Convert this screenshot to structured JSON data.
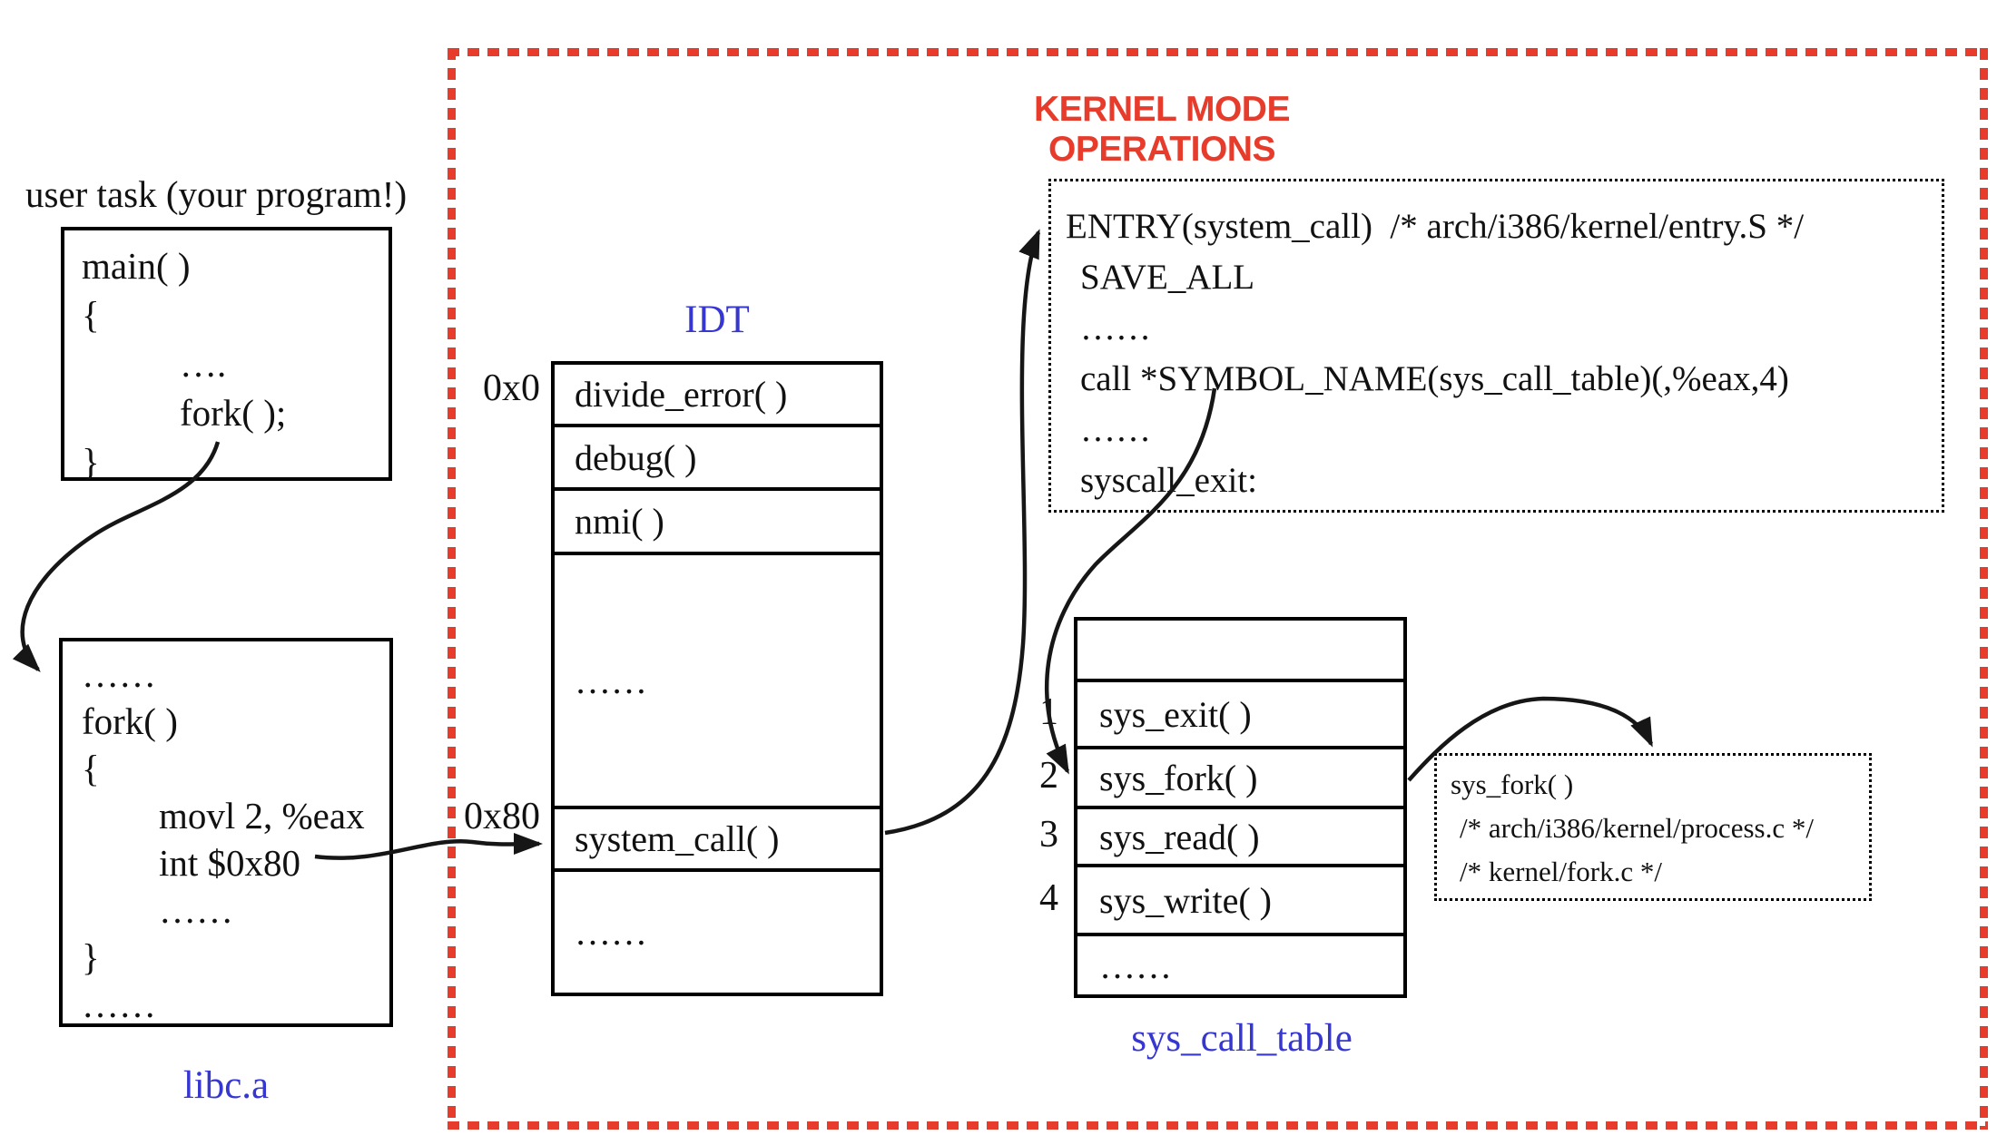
{
  "diagram": {
    "colors": {
      "accent_red": "#e73b2b",
      "label_blue": "#3636d0"
    },
    "user_task_label": "user task (your program!)",
    "kernel_title": "KERNEL MODE OPERATIONS",
    "main_box": {
      "lines": [
        "main( )",
        "{",
        "….",
        "fork( );",
        "}"
      ]
    },
    "libc": {
      "label": "libc.a",
      "lines": [
        "……",
        "fork( )",
        "{",
        "movl 2, %eax",
        "int $0x80",
        "……",
        "}",
        "……"
      ]
    },
    "idt": {
      "title": "IDT",
      "addr_top": "0x0",
      "addr_syscall": "0x80",
      "rows": [
        {
          "label": "divide_error( )"
        },
        {
          "label": "debug( )"
        },
        {
          "label": "nmi( )"
        },
        {
          "label": "……"
        },
        {
          "label": "system_call( )"
        },
        {
          "label": "……"
        }
      ]
    },
    "entry_box": {
      "lines": [
        "ENTRY(system_call)  /* arch/i386/kernel/entry.S */",
        "SAVE_ALL",
        "……",
        "call *SYMBOL_NAME(sys_call_table)(,%eax,4)",
        "……",
        "syscall_exit:"
      ]
    },
    "sys_call_table": {
      "label": "sys_call_table",
      "rows": [
        {
          "num": "",
          "label": ""
        },
        {
          "num": "1",
          "label": "sys_exit( )"
        },
        {
          "num": "2",
          "label": "sys_fork( )"
        },
        {
          "num": "3",
          "label": "sys_read( )"
        },
        {
          "num": "4",
          "label": "sys_write( )"
        },
        {
          "num": "",
          "label": "……"
        }
      ]
    },
    "sys_fork_box": {
      "lines": [
        "sys_fork( )",
        "/* arch/i386/kernel/process.c */",
        "/* kernel/fork.c */"
      ]
    }
  }
}
